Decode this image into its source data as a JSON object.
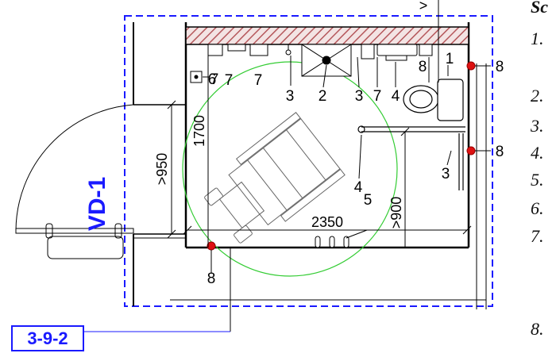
{
  "plan": {
    "door_tag": "VD-1",
    "sheet_ref": "3-9-2",
    "dimensions": {
      "door_clear": ">950",
      "room_depth": "1700",
      "room_width": "2350",
      "grab_bar_height": ">900",
      "top_cut": ">"
    },
    "callouts": [
      {
        "id": "c1",
        "text": "1"
      },
      {
        "id": "c2",
        "text": "2"
      },
      {
        "id": "c3a",
        "text": "3"
      },
      {
        "id": "c3b",
        "text": "3"
      },
      {
        "id": "c3c",
        "text": "3"
      },
      {
        "id": "c4a",
        "text": "4"
      },
      {
        "id": "c4b",
        "text": "4"
      },
      {
        "id": "c5",
        "text": "5"
      },
      {
        "id": "c6a",
        "text": "6"
      },
      {
        "id": "c6b",
        "text": "6"
      },
      {
        "id": "c7a",
        "text": "7"
      },
      {
        "id": "c7b",
        "text": "7"
      },
      {
        "id": "c7c",
        "text": "7"
      },
      {
        "id": "c8a",
        "text": "8"
      },
      {
        "id": "c8b",
        "text": "8"
      },
      {
        "id": "c8c",
        "text": "8"
      }
    ],
    "colors": {
      "outline": "#1a1aff",
      "turning_circle": "#33cc33",
      "wall_hatch": "#b5575b",
      "alarm": "#dd1111"
    }
  },
  "legend": {
    "heading": "Sc",
    "numbers": [
      "1.",
      "2.",
      "3.",
      "4.",
      "5.",
      "6.",
      "7.",
      "8."
    ]
  }
}
